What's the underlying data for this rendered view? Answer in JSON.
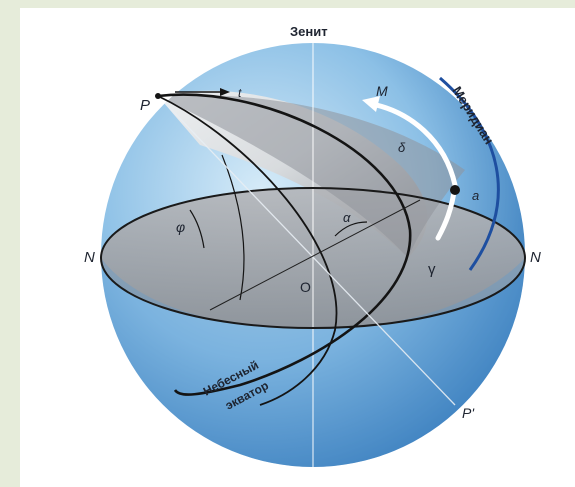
{
  "labels": {
    "zenith": "Зенит",
    "meridian": "Меридиан",
    "equator_line1": "Небесный",
    "equator_line2": "экватор",
    "pole_north": "P",
    "pole_south": "P'",
    "north_left": "N",
    "north_right": "N",
    "center": "O",
    "vernal_point": "γ",
    "latitude": "φ",
    "alpha": "α",
    "delta": "δ",
    "star": "M",
    "a": "a",
    "t": "t"
  },
  "colors": {
    "page_background": "#e6ecda",
    "panel_background": "#ffffff",
    "sphere_light": "#bcdcf2",
    "sphere_mid": "#7fb6e0",
    "sphere_dark": "#3a7fc0",
    "horizon_plane": "#9a9ea6",
    "equator_plane": "#d8dadc",
    "meridian_arc": "#1e4fa0",
    "arc_line": "#141414",
    "highlight_arrow": "#ffffff"
  }
}
